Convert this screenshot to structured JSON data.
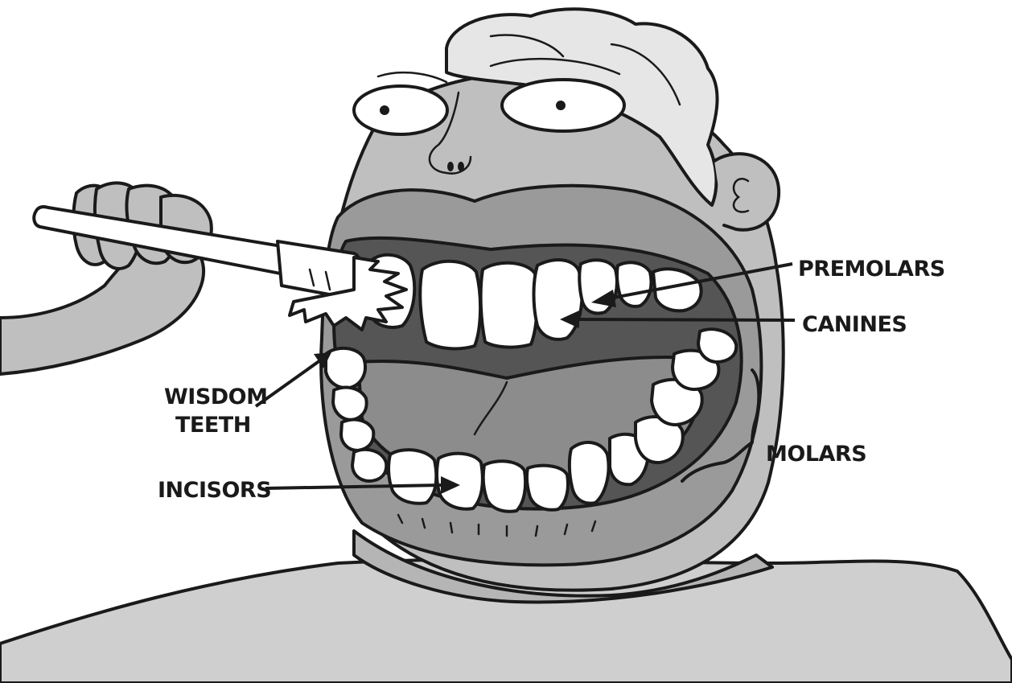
{
  "labels": {
    "premolars": "PREMOLARS",
    "canines": "CANINES",
    "wisdom_line1": "WISDOM",
    "wisdom_line2": "TEETH",
    "molars": "MOLARS",
    "incisors": "INCISORS"
  },
  "colors": {
    "skin": "#bfbfbf",
    "lips": "#9a9a9a",
    "mouth_dark": "#555555",
    "tongue": "#8c8c8c",
    "teeth": "#ffffff",
    "hair": "#e6e6e6",
    "shirt": "#cfcfcf",
    "ink": "#1a1a1a"
  }
}
